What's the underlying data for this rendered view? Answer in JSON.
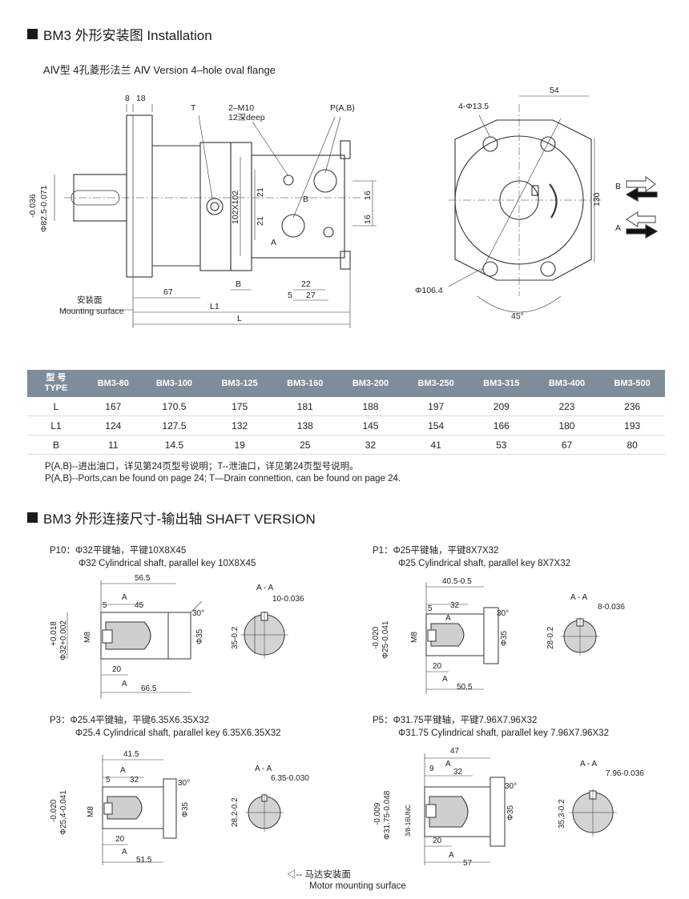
{
  "installation": {
    "heading": "BM3 外形安装图 Installation",
    "flange_caption": "AⅣ型 4孔菱形法兰  AⅣ Version 4–hole oval flange"
  },
  "drawing_labels": {
    "dim_8": "8",
    "dim_18": "18",
    "T": "T",
    "m10": "2–M10",
    "m10_depth": "12深deep",
    "P_AB": "P(A,B)",
    "tol_036": "-0.036",
    "dia_82": "Φ82.5-0.071",
    "d102": "102X102",
    "d21a": "21",
    "d21b": "21",
    "d16a": "16",
    "d16b": "16",
    "B_port": "B",
    "A_port": "A",
    "d67": "67",
    "B_dim": "B",
    "d22": "22",
    "d5": "5",
    "d27": "27",
    "L1": "L1",
    "L": "L",
    "mount_cn": "安装面",
    "mount_en": "Mounting surface",
    "holes": "4-Φ13.5",
    "d54": "54",
    "d130": "130",
    "d106": "Φ106.4",
    "d45": "45°",
    "flow_B": "B",
    "flow_A": "A"
  },
  "spec_table": {
    "header_type": [
      "型 号",
      "TYPE"
    ],
    "models": [
      "BM3-80",
      "BM3-100",
      "BM3-125",
      "BM3-160",
      "BM3-200",
      "BM3-250",
      "BM3-315",
      "BM3-400",
      "BM3-500"
    ],
    "rows": [
      {
        "label": "L",
        "values": [
          "167",
          "170.5",
          "175",
          "181",
          "188",
          "197",
          "209",
          "223",
          "236"
        ]
      },
      {
        "label": "L1",
        "values": [
          "124",
          "127.5",
          "132",
          "138",
          "145",
          "154",
          "166",
          "180",
          "193"
        ]
      },
      {
        "label": "B",
        "values": [
          "11",
          "14.5",
          "19",
          "25",
          "32",
          "41",
          "53",
          "67",
          "80"
        ]
      }
    ]
  },
  "notes": {
    "cn": "P(A,B)--进出油口，详见第24页型号说明；T--泄油口，详见第24页型号说明。",
    "en": "P(A,B)--Ports,can be found on page 24; T—Drain connettion, can be found on page 24."
  },
  "shaft": {
    "heading": "BM3 外形连接尺寸-输出轴 SHAFT VERSION",
    "p10": {
      "l1": "P10：Φ32平键轴，平键10X8X45",
      "l2": "Φ32 Cylindrical shaft, parallel key 10X8X45",
      "top": "56.5",
      "s5": "5",
      "sA": "A",
      "key": "45",
      "ang": "30°",
      "tol": "+0.018",
      "dia": "Φ32+0.002",
      "m": "M8",
      "d35": "Φ35",
      "d20": "20",
      "bA": "A",
      "bot": "66.5",
      "sec": "A - A",
      "kw": "10-0.036",
      "kh": "35-0.2"
    },
    "p1": {
      "l1": "P1：Φ25平键轴，平键8X7X32",
      "l2": "Φ25 Cylindrical shaft, parallel key 8X7X32",
      "top": "40.5-0.5",
      "s5": "5",
      "sA": "A",
      "key": "32",
      "ang": "30°",
      "tol": "-0.020",
      "dia": "Φ25-0.041",
      "m": "M8",
      "d35": "Φ35",
      "d20": "20",
      "bA": "A",
      "bot": "50.5",
      "sec": "A - A",
      "kw": "8-0.036",
      "kh": "28-0.2"
    },
    "p3": {
      "l1": "P3：Φ25.4平键轴，平键6.35X6.35X32",
      "l2": "Φ25.4 Cylindrical shaft, parallel key 6.35X6.35X32",
      "top": "41.5",
      "s5": "5",
      "sA": "A",
      "key": "32",
      "ang": "30°",
      "tol": "-0.020",
      "dia": "Φ25.4-0.041",
      "m": "M8",
      "d35": "Φ35",
      "d20": "20",
      "bA": "A",
      "bot": "51.5",
      "sec": "A - A",
      "kw": "6.35-0.030",
      "kh": "28.2-0.2"
    },
    "p5": {
      "l1": "P5：Φ31.75平键轴，平键7.96X7.96X32",
      "l2": "Φ31.75 Cylindrical shaft, parallel key 7.96X7.96X32",
      "top": "47",
      "s5": "9",
      "sA": "A",
      "key": "32",
      "ang": "30°",
      "tol": "-0.009",
      "dia": "Φ31.75-0.048",
      "m": "3/8-16UNC",
      "d35": "Φ35",
      "d20": "20",
      "bA": "A",
      "bot": "57",
      "sec": "A - A",
      "kw": "7.96-0.036",
      "kh": "35.3-0.2"
    },
    "legend_cn": "◁-- 马达安装面",
    "legend_en": "Motor mounting surface"
  }
}
